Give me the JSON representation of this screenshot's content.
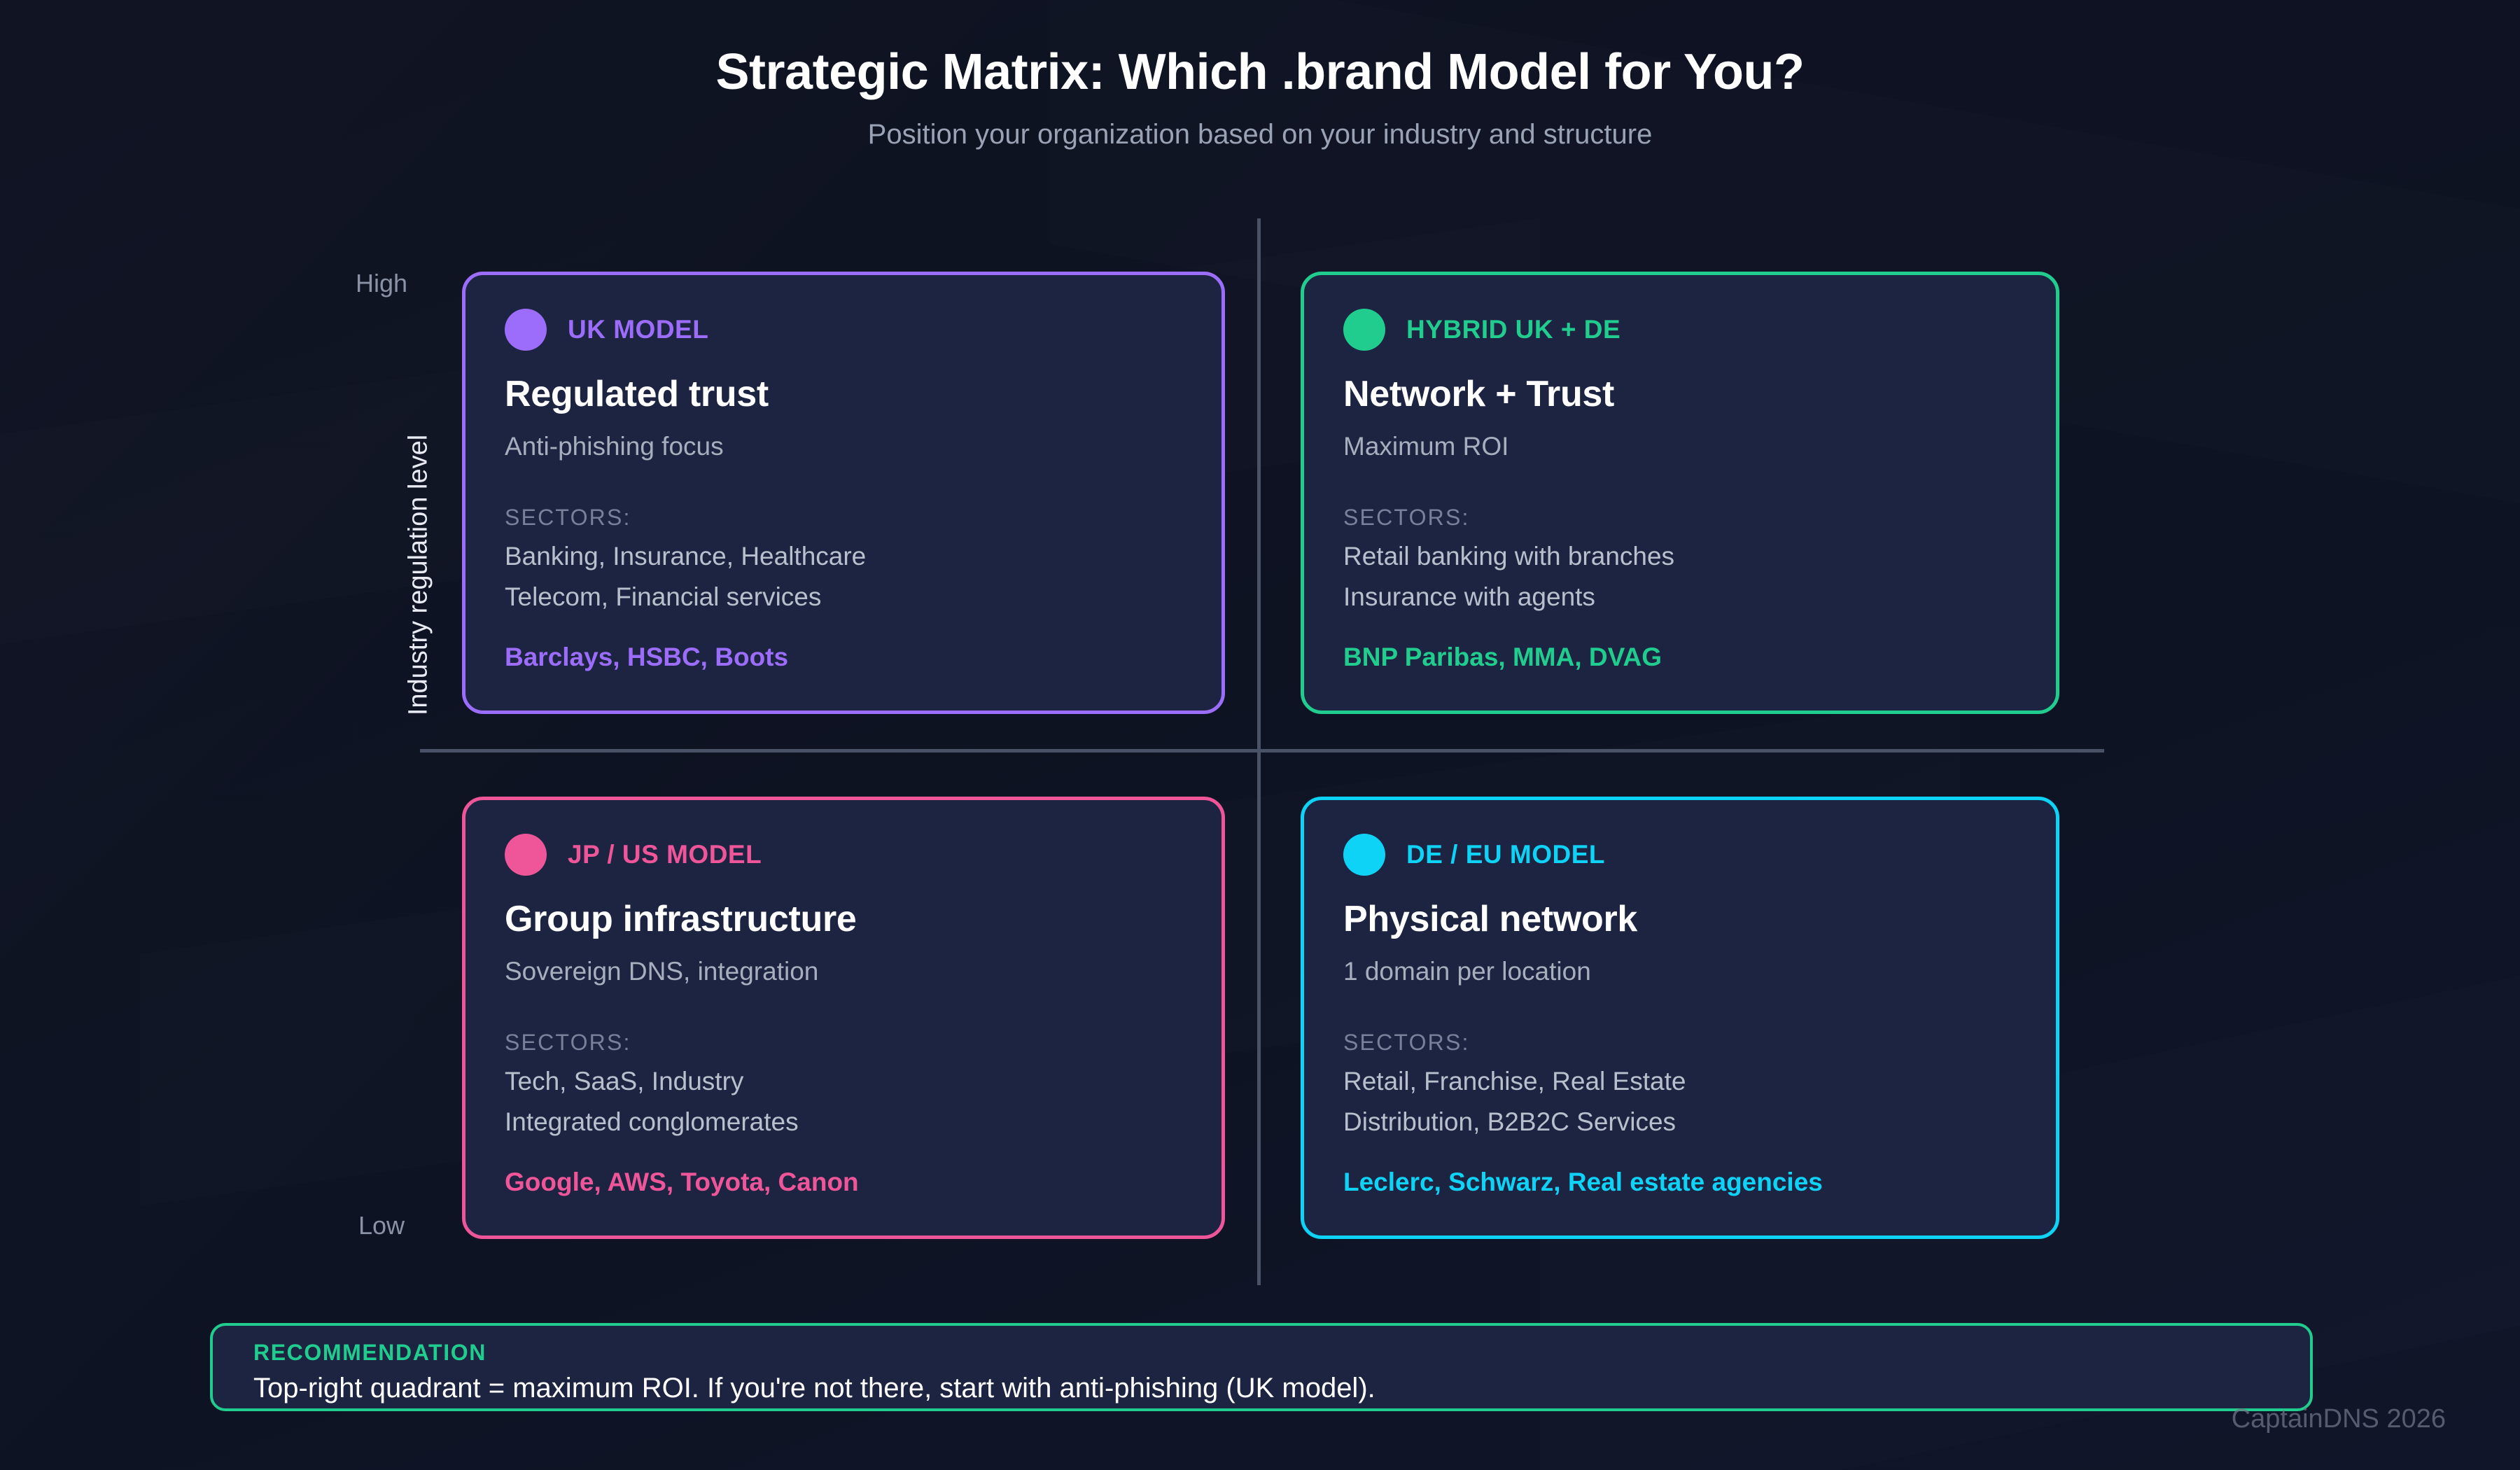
{
  "header": {
    "title": "Strategic Matrix: Which .brand Model for You?",
    "subtitle": "Position your organization based on your industry and structure"
  },
  "axis": {
    "y_label": "Industry regulation level",
    "high_label": "High",
    "low_label": "Low"
  },
  "colors": {
    "background": "#0d1120",
    "card_background": "#1c2441",
    "divider": "#4a5268",
    "purple": "#9b6dfa",
    "green": "#21cd8e",
    "pink": "#ef5599",
    "cyan": "#0fd2f7",
    "title_text": "#ffffff",
    "muted_text": "#9aa3b5"
  },
  "quadrants": [
    {
      "id": "uk",
      "position": "top-left",
      "tag": "UK MODEL",
      "title": "Regulated trust",
      "subtitle": "Anti-phishing focus",
      "sectors_label": "SECTORS:",
      "sectors": [
        "Banking, Insurance, Healthcare",
        "Telecom, Financial services"
      ],
      "brands": "Barclays, HSBC, Boots",
      "accent": "#9b6dfa",
      "dot_icon": "status-dot-icon"
    },
    {
      "id": "hybrid",
      "position": "top-right",
      "tag": "HYBRID UK + DE",
      "title": "Network + Trust",
      "subtitle": "Maximum ROI",
      "sectors_label": "SECTORS:",
      "sectors": [
        "Retail banking with branches",
        "Insurance with agents"
      ],
      "brands": "BNP Paribas, MMA, DVAG",
      "accent": "#21cd8e",
      "dot_icon": "status-dot-icon"
    },
    {
      "id": "jpus",
      "position": "bottom-left",
      "tag": "JP / US MODEL",
      "title": "Group infrastructure",
      "subtitle": "Sovereign DNS, integration",
      "sectors_label": "SECTORS:",
      "sectors": [
        "Tech, SaaS, Industry",
        "Integrated conglomerates"
      ],
      "brands": "Google, AWS, Toyota, Canon",
      "accent": "#ef5599",
      "dot_icon": "status-dot-icon"
    },
    {
      "id": "deeu",
      "position": "bottom-right",
      "tag": "DE / EU MODEL",
      "title": "Physical network",
      "subtitle": "1 domain per location",
      "sectors_label": "SECTORS:",
      "sectors": [
        "Retail, Franchise, Real Estate",
        "Distribution, B2B2C Services"
      ],
      "brands": "Leclerc, Schwarz, Real estate agencies",
      "accent": "#0fd2f7",
      "dot_icon": "status-dot-icon"
    }
  ],
  "recommendation": {
    "label": "RECOMMENDATION",
    "text": "Top-right quadrant = maximum ROI. If you're not there, start with anti-phishing (UK model)."
  },
  "watermark": "CaptainDNS 2026"
}
